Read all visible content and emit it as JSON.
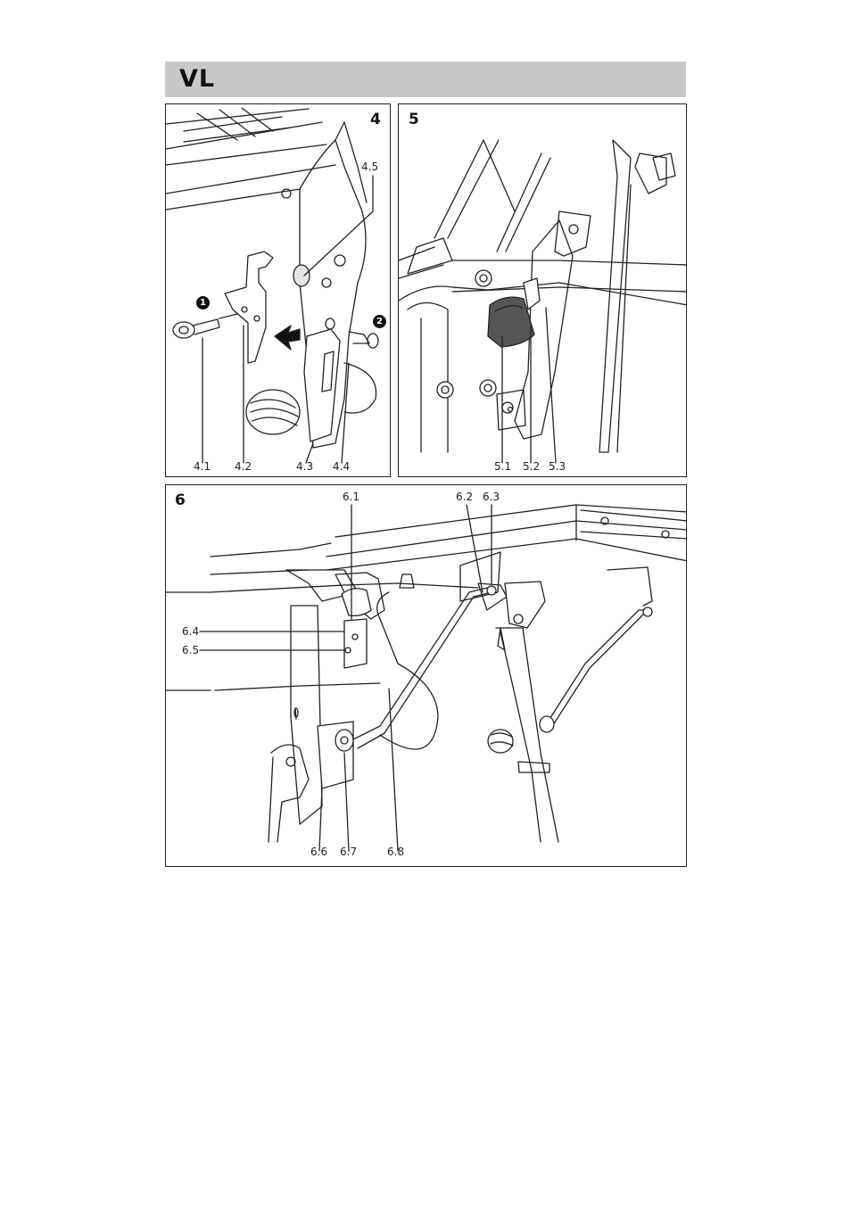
{
  "header": {
    "title": "VL"
  },
  "fig4": {
    "number": "4",
    "labels": {
      "l41": "4.1",
      "l42": "4.2",
      "l43": "4.3",
      "l44": "4.4",
      "l45": "4.5"
    },
    "steps": {
      "s1": "1",
      "s2": "2"
    }
  },
  "fig5": {
    "number": "5",
    "labels": {
      "l51": "5.1",
      "l52": "5.2",
      "l53": "5.3"
    }
  },
  "fig6": {
    "number": "6",
    "labels": {
      "l61": "6.1",
      "l62": "6.2",
      "l63": "6.3",
      "l64": "6.4",
      "l65": "6.5",
      "l66": "6.6",
      "l67": "6.7",
      "l68": "6.8"
    }
  }
}
